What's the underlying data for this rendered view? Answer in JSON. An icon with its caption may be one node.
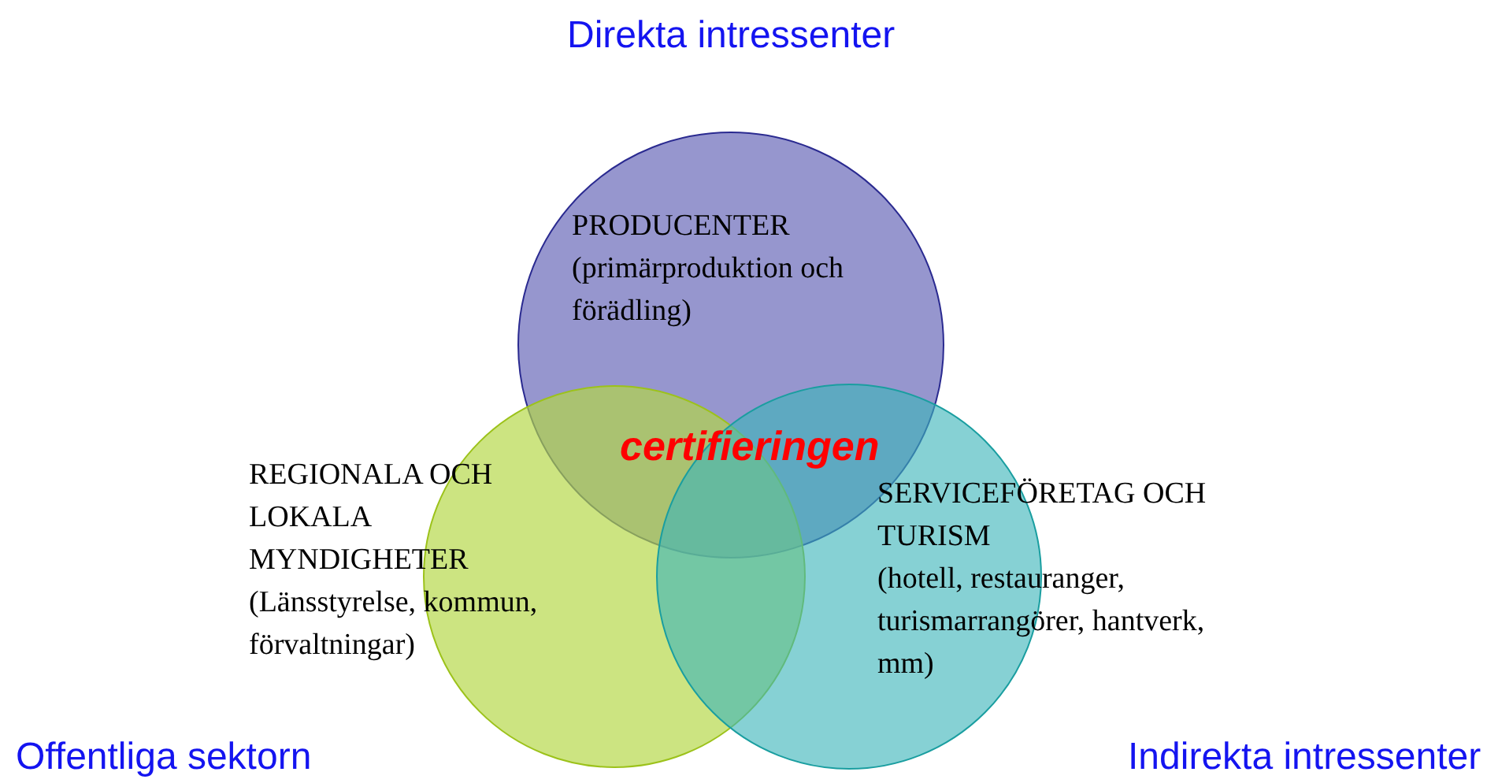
{
  "diagram": {
    "nodes": [
      {
        "text": [
          "PRODUCENTER",
          "(primärproduktion och förädling)"
        ]
      },
      {
        "text": [
          "REGIONALA OCH LOKALA MYNDIGHETER",
          "(Länsstyrelse, kommun, förvaltningar)"
        ]
      },
      {
        "text": [
          "SERVICEFÖRETAG OCH TURISM",
          "(hotell, restauranger, turismarrangörer, hantverk, mm)"
        ]
      }
    ],
    "edges": [],
    "labels": [
      "Direkta intressenter",
      "certifieringen",
      "Offentliga sektorn",
      "Indirekta intressenter"
    ]
  }
}
